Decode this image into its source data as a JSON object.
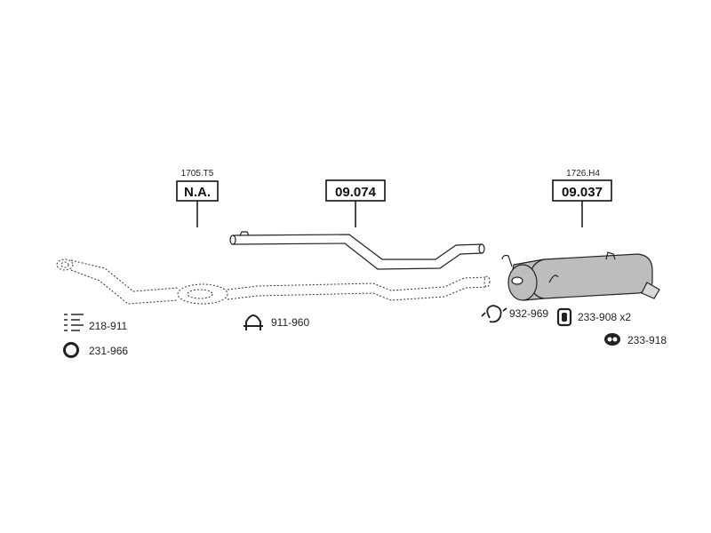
{
  "colors": {
    "ink": "#222222",
    "box_stroke": "#111111",
    "muffler_fill": "#bdbdbd",
    "tip_fill": "#d9d9d9"
  },
  "sections": [
    {
      "part_number": "1705.T5",
      "label": "N.A."
    },
    {
      "part_number": "",
      "label": "09.074"
    },
    {
      "part_number": "1726.H4",
      "label": "09.037"
    }
  ],
  "accessories": [
    {
      "code": "218-911",
      "icon": "bolt-kit-icon"
    },
    {
      "code": "231-966",
      "icon": "ring-gasket-icon"
    },
    {
      "code": "911-960",
      "icon": "u-clamp-icon"
    },
    {
      "code": "932-969",
      "icon": "spring-clamp-icon"
    },
    {
      "code": "233-908 x2",
      "icon": "rubber-hanger-icon"
    },
    {
      "code": "233-918",
      "icon": "rubber-ring-icon"
    }
  ]
}
